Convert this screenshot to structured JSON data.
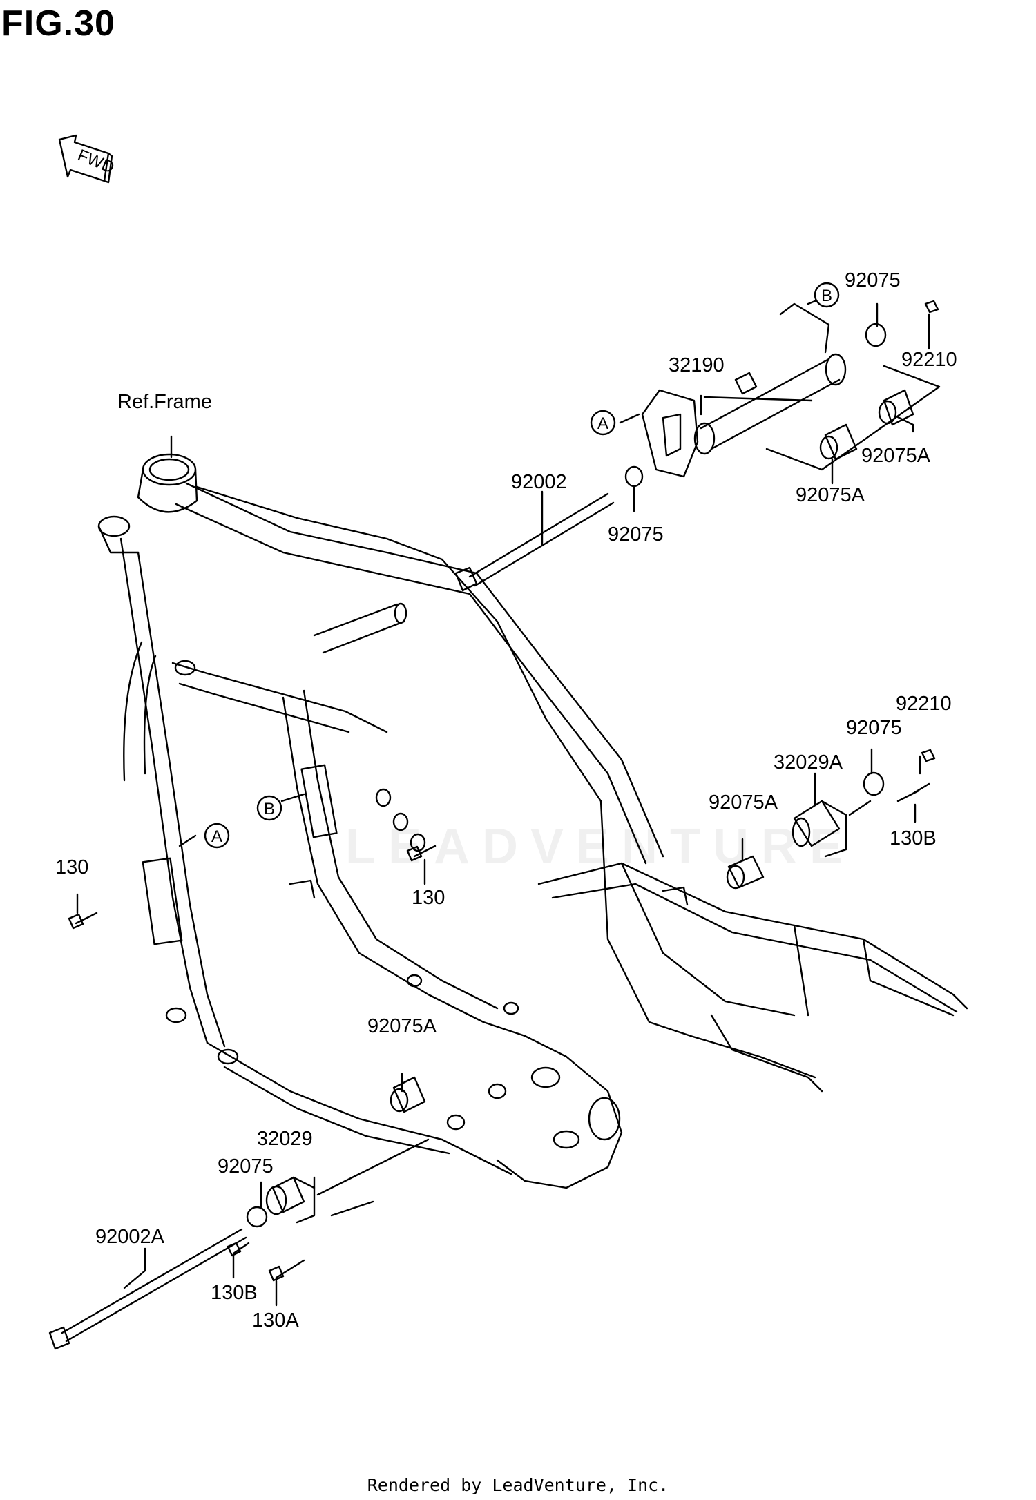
{
  "figure": {
    "title": "FIG.30",
    "direction_tag": "FWD",
    "footer": "Rendered by LeadVenture, Inc.",
    "watermark": "LEADVENTURE"
  },
  "callouts": {
    "ref_frame": "Ref.Frame",
    "c_92075_top": "92075",
    "c_92210_top": "92210",
    "c_32190": "32190",
    "c_92075A_right": "92075A",
    "c_92075A_mid": "92075A",
    "c_92002": "92002",
    "c_92075_mid": "92075",
    "c_92210_right": "92210",
    "c_92075_right": "92075",
    "c_32029A": "32029A",
    "c_92075A_right2": "92075A",
    "c_130B_right": "130B",
    "c_130_center": "130",
    "c_130_left": "130",
    "c_92075A_lower": "92075A",
    "c_32029": "32029",
    "c_92075_lower": "92075",
    "c_92002A": "92002A",
    "c_130B_lower": "130B",
    "c_130A_lower": "130A"
  },
  "markers": {
    "a_top": "A",
    "b_top": "B",
    "a_left": "A",
    "b_left": "B"
  },
  "icons": [
    "fwd-arrow-icon"
  ]
}
